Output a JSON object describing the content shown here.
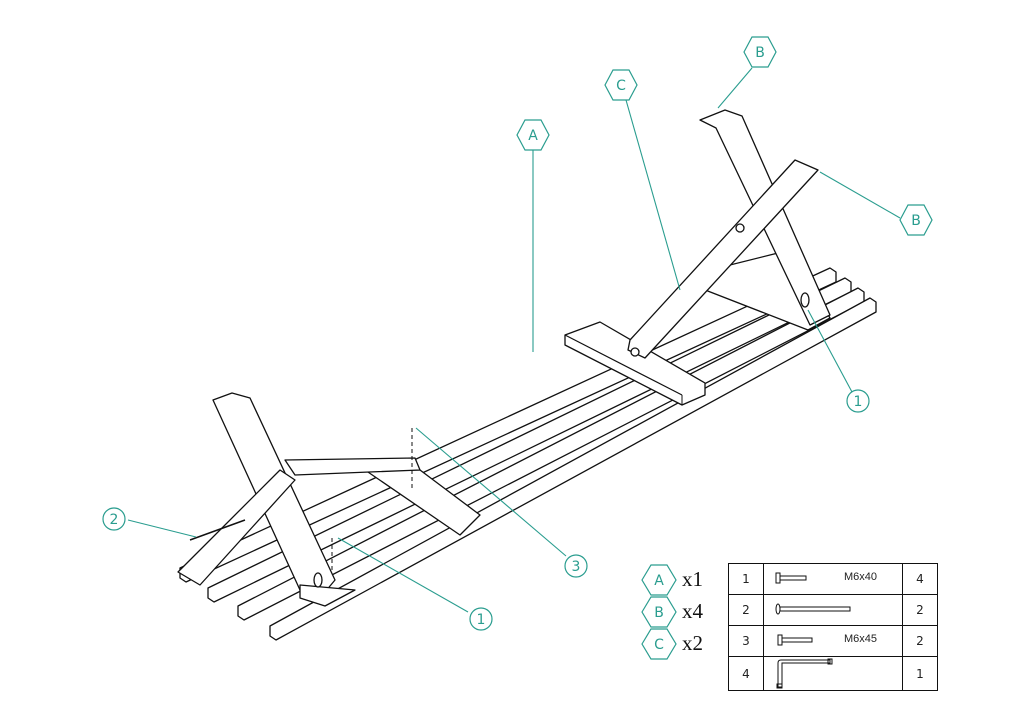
{
  "callouts": {
    "parts": [
      {
        "letter": "A"
      },
      {
        "letter": "B"
      },
      {
        "letter": "B"
      },
      {
        "letter": "C"
      }
    ],
    "hardware": [
      {
        "num": "1"
      },
      {
        "num": "1"
      },
      {
        "num": "2"
      },
      {
        "num": "3"
      }
    ]
  },
  "part_counts": [
    {
      "letter": "A",
      "count": "x1"
    },
    {
      "letter": "B",
      "count": "x4"
    },
    {
      "letter": "C",
      "count": "x2"
    }
  ],
  "bom": [
    {
      "num": "1",
      "spec": "M6x40",
      "qty": "4",
      "icon": "bolt-icon"
    },
    {
      "num": "2",
      "spec": "",
      "qty": "2",
      "icon": "long-bolt-icon"
    },
    {
      "num": "3",
      "spec": "M6x45",
      "qty": "2",
      "icon": "bolt-icon"
    },
    {
      "num": "4",
      "spec": "",
      "qty": "1",
      "icon": "allen-key-icon"
    }
  ],
  "colors": {
    "leader": "#2a9d8f",
    "line": "#111111"
  }
}
